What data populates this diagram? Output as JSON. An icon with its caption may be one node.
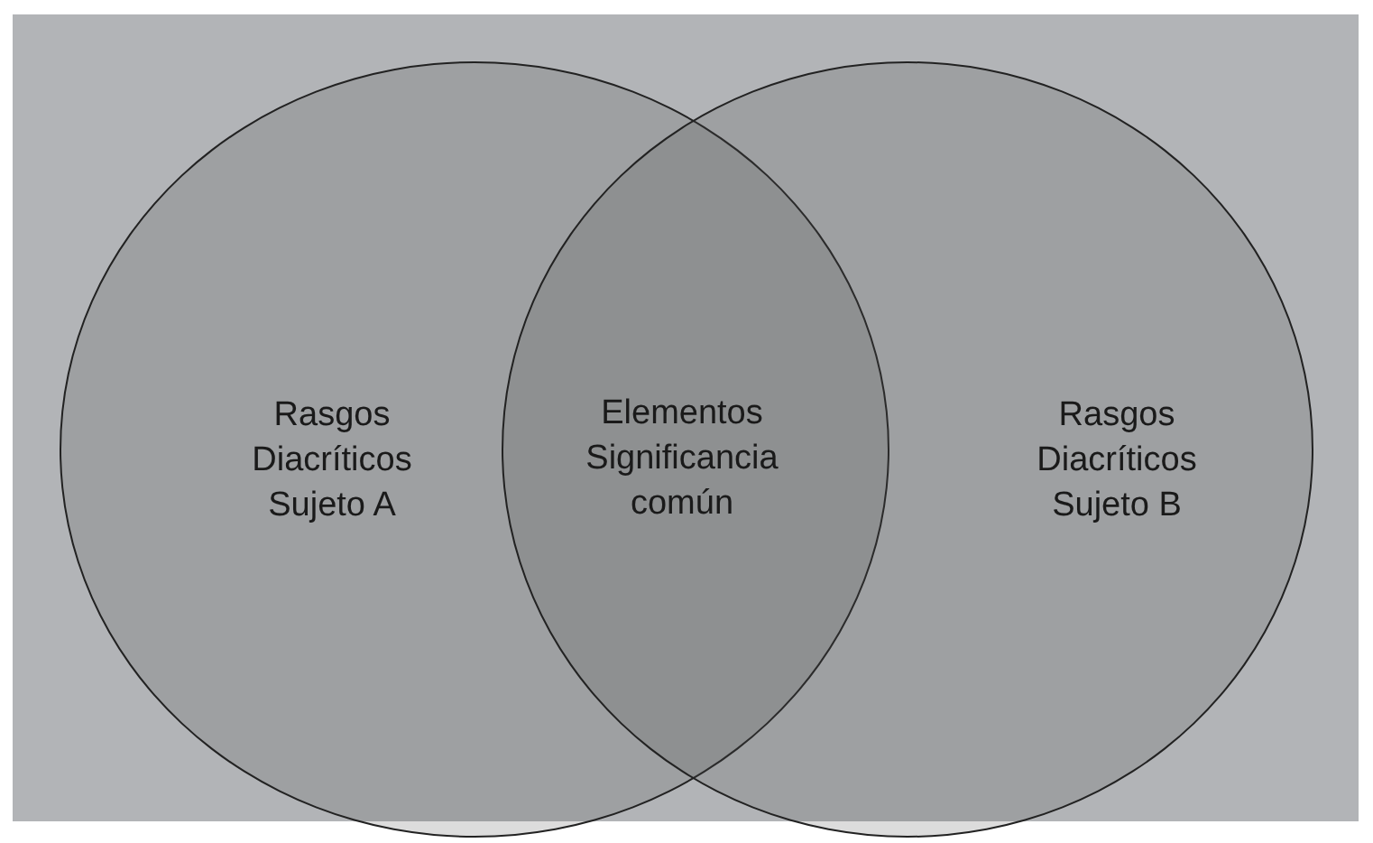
{
  "diagram": {
    "nodes": [
      {
        "text": [
          "Rasgos Diacríticos Sujeto A"
        ]
      },
      {
        "text": [
          "Rasgos Diacríticos Sujeto B"
        ]
      }
    ],
    "labels": [
      "Elementos Significancia común"
    ]
  }
}
